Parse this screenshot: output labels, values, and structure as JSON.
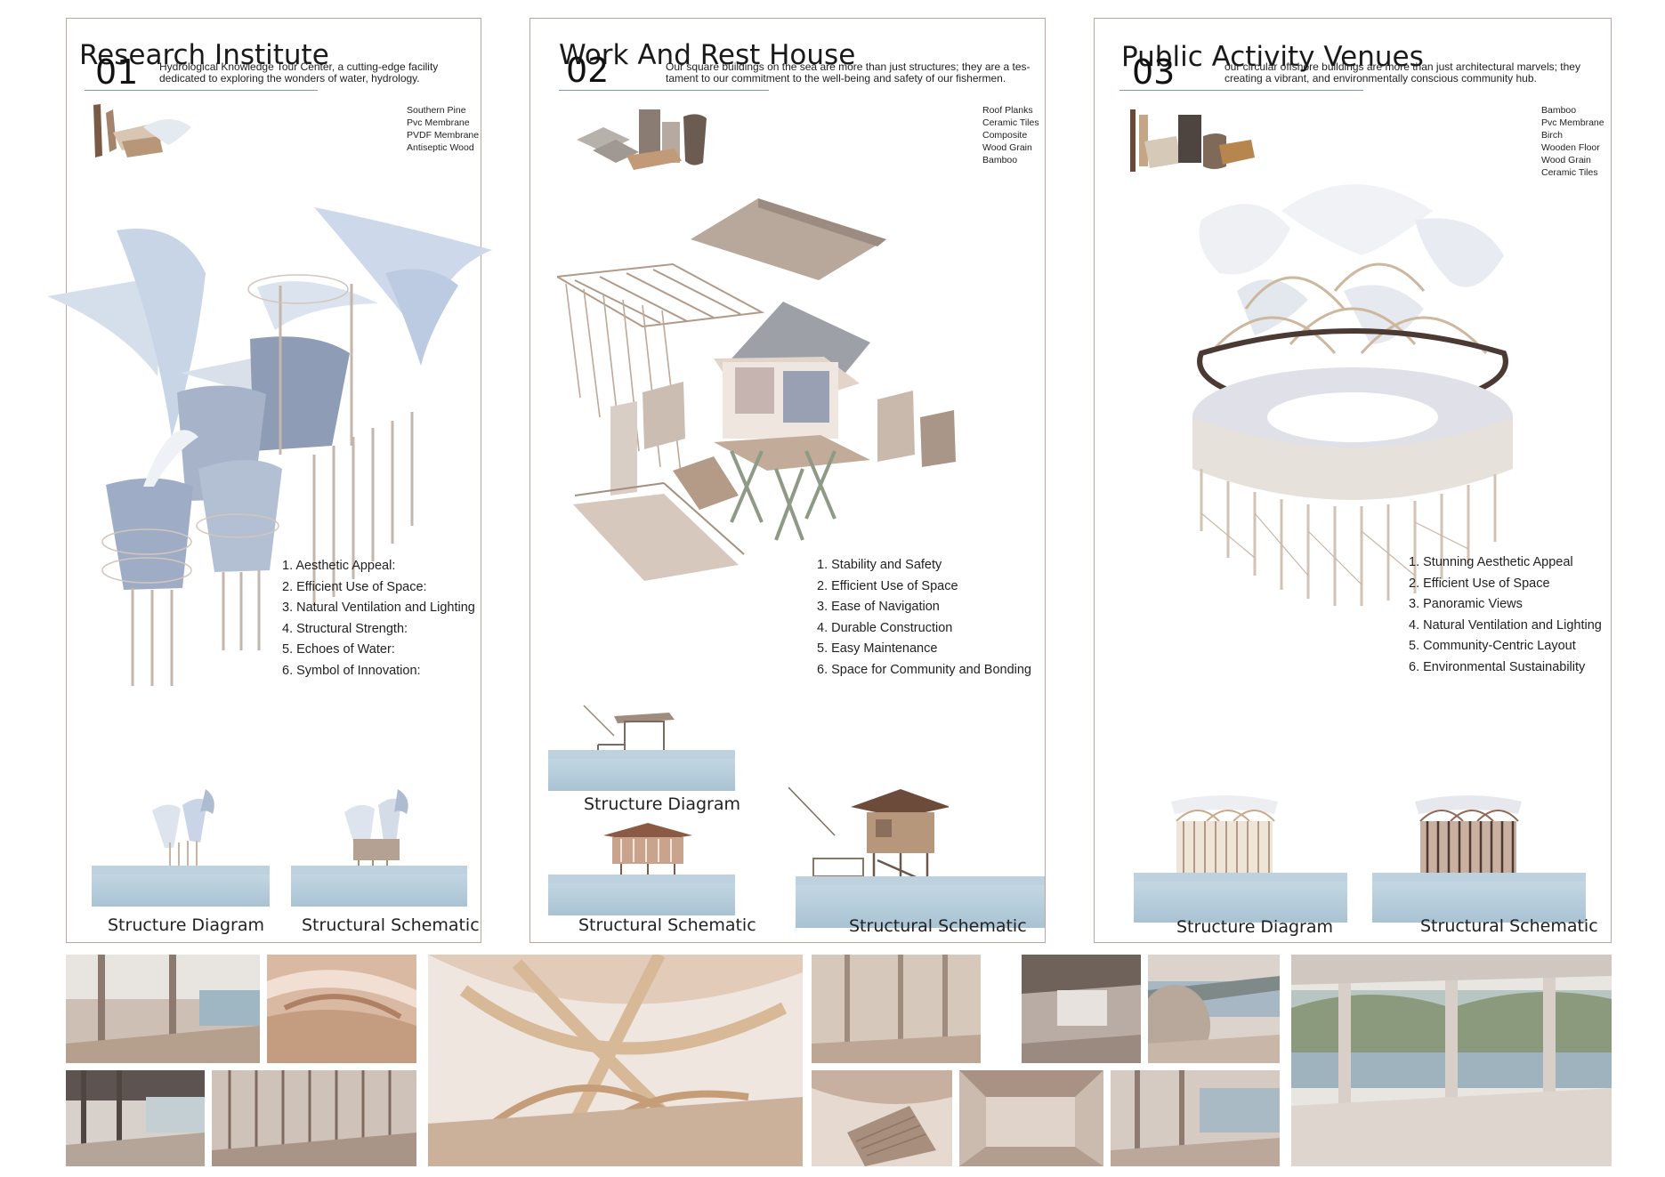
{
  "panels": [
    {
      "title": "Research Institute",
      "number": "01",
      "description_lines": [
        "Hydrological Knowledge Tour Center, a cutting-edge facility",
        "dedicated to exploring the wonders of water, hydrology."
      ],
      "materials": [
        "Southern Pine",
        "Pvc Membrane",
        "PVDF Membrane",
        "Antiseptic Wood"
      ],
      "features": [
        "1. Aesthetic Appeal:",
        "2. Efficient Use of Space:",
        "3. Natural Ventilation and Lighting",
        "4. Structural Strength:",
        "5. Echoes of Water:",
        "6. Symbol of Innovation:"
      ],
      "captions": [
        "Structure Diagram",
        "Structural Schematic"
      ]
    },
    {
      "title": "Work And Rest House",
      "number": "02",
      "description_lines": [
        "Our square buildings on the sea are more than just structures; they are a tes-",
        "tament to our commitment to the well-being and safety of our fishermen."
      ],
      "materials": [
        "Roof Planks",
        "Ceramic Tiles",
        "Composite",
        "Wood Grain",
        "Bamboo"
      ],
      "features": [
        "1. Stability and Safety",
        "2. Efficient Use of Space",
        "3. Ease of Navigation",
        "4. Durable Construction",
        "5. Easy Maintenance",
        "6. Space for Community and Bonding"
      ],
      "captions": [
        "Structure Diagram",
        "Structural Schematic",
        "Structural Schematic"
      ]
    },
    {
      "title": "Public Activity Venues",
      "number": "03",
      "description_lines": [
        "our circular offshore buildings are more than just architectural marvels; they",
        "creating a vibrant, and environmentally conscious community hub."
      ],
      "materials": [
        "Bamboo",
        "Pvc Membrane",
        "Birch",
        "Wooden Floor",
        "Wood Grain",
        "Ceramic Tiles"
      ],
      "features": [
        "1. Stunning Aesthetic Appeal",
        "2. Efficient Use of Space",
        "3. Panoramic Views",
        "4. Natural Ventilation and Lighting",
        "5. Community-Centric Layout",
        "6. Environmental Sustainability"
      ],
      "captions": [
        "Structure Diagram",
        "Structural Schematic"
      ]
    }
  ],
  "colors": {
    "panel_border": "#b9a79f",
    "rule": "#7f98b5",
    "membrane": "#dfe7f2",
    "wood": "#c9b7a3",
    "sea": "#b3cbd9"
  }
}
